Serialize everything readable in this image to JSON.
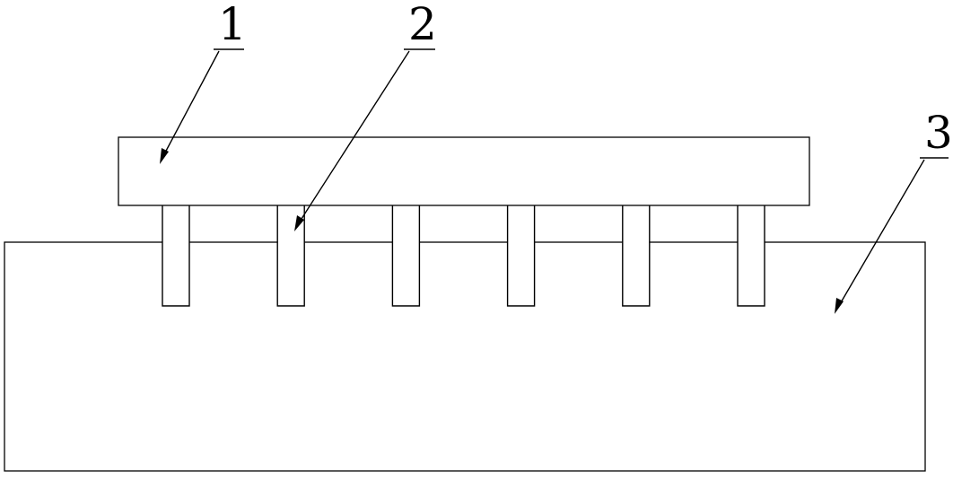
{
  "diagram": {
    "parts": [
      {
        "id": "1",
        "label": "1",
        "component": "top-plate"
      },
      {
        "id": "2",
        "label": "2",
        "component": "support-post"
      },
      {
        "id": "3",
        "label": "3",
        "component": "base-block"
      }
    ],
    "support_post_count": 6,
    "line_color": "#000000",
    "background_color": "#ffffff"
  }
}
